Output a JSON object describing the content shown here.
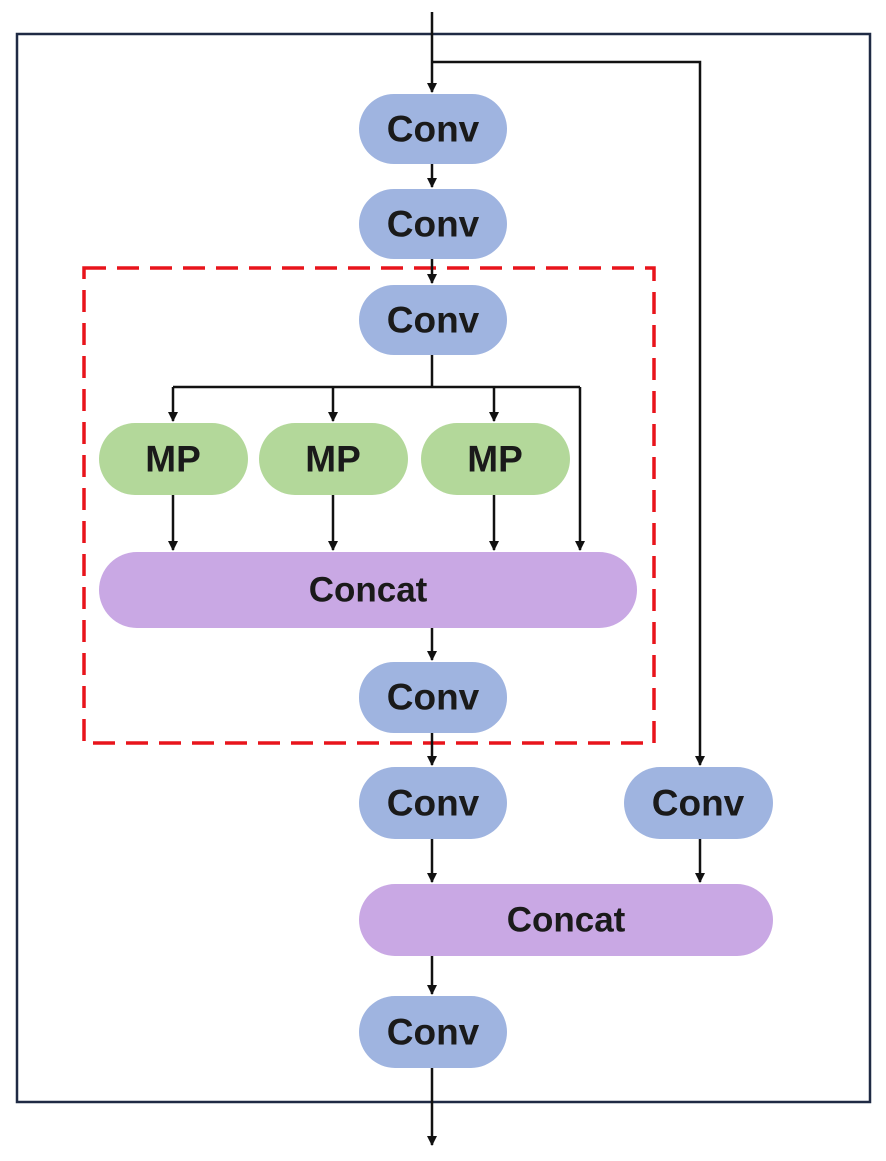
{
  "diagram": {
    "labels": {
      "conv": "Conv",
      "mp": "MP",
      "concat": "Concat"
    },
    "colors": {
      "background": "#ffffff",
      "outer_border": "#1f2a44",
      "conv_fill": "#9fb4e0",
      "mp_fill": "#b3d89a",
      "concat_fill": "#c9a8e4",
      "highlight_border": "#e8141b",
      "arrow": "#111111"
    },
    "nodes": [
      {
        "id": "conv-1",
        "kind": "conv"
      },
      {
        "id": "conv-2",
        "kind": "conv"
      },
      {
        "id": "conv-3",
        "kind": "conv"
      },
      {
        "id": "mp-1",
        "kind": "mp"
      },
      {
        "id": "mp-2",
        "kind": "mp"
      },
      {
        "id": "mp-3",
        "kind": "mp"
      },
      {
        "id": "concat-1",
        "kind": "concat"
      },
      {
        "id": "conv-4",
        "kind": "conv"
      },
      {
        "id": "conv-5",
        "kind": "conv"
      },
      {
        "id": "conv-branch",
        "kind": "conv"
      },
      {
        "id": "concat-2",
        "kind": "concat"
      },
      {
        "id": "conv-6",
        "kind": "conv"
      }
    ],
    "edges": [
      [
        "input",
        "conv-1"
      ],
      [
        "input",
        "conv-branch"
      ],
      [
        "conv-1",
        "conv-2"
      ],
      [
        "conv-2",
        "conv-3"
      ],
      [
        "conv-3",
        "mp-1"
      ],
      [
        "conv-3",
        "mp-2"
      ],
      [
        "conv-3",
        "mp-3"
      ],
      [
        "conv-3",
        "concat-1"
      ],
      [
        "mp-1",
        "concat-1"
      ],
      [
        "mp-2",
        "concat-1"
      ],
      [
        "mp-3",
        "concat-1"
      ],
      [
        "concat-1",
        "conv-4"
      ],
      [
        "conv-4",
        "conv-5"
      ],
      [
        "conv-5",
        "concat-2"
      ],
      [
        "conv-branch",
        "concat-2"
      ],
      [
        "concat-2",
        "conv-6"
      ],
      [
        "conv-6",
        "output"
      ]
    ],
    "highlight_region": [
      "conv-3",
      "mp-1",
      "mp-2",
      "mp-3",
      "concat-1",
      "conv-4"
    ]
  }
}
